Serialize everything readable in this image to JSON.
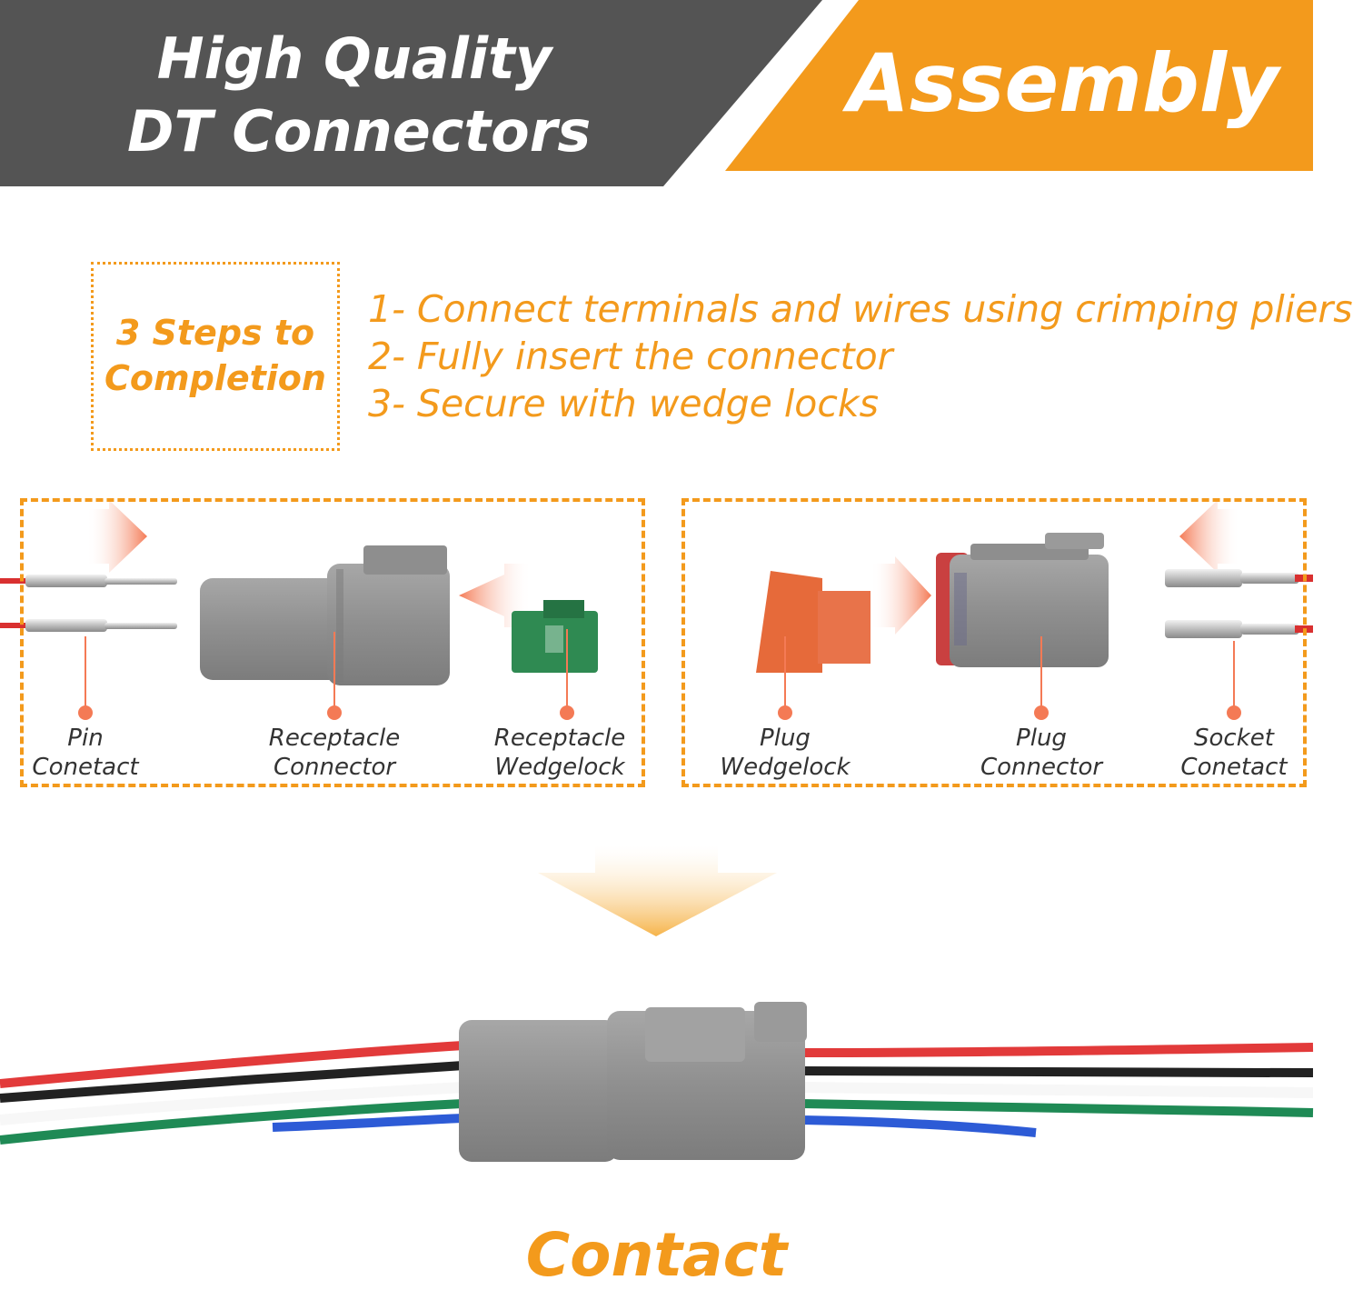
{
  "header": {
    "title_line1": "High Quality",
    "title_line2": "DT Connectors",
    "badge": "Assembly",
    "colors": {
      "dark": "#545454",
      "accent": "#f39a1c"
    }
  },
  "steps": {
    "box_title": [
      "3 Steps to",
      "Completion"
    ],
    "items": [
      "1- Connect terminals and wires using crimping pliers",
      "2- Fully insert the connector",
      "3- Secure with wedge locks"
    ]
  },
  "parts_left": {
    "labels": [
      [
        "Pin",
        "Conetact"
      ],
      [
        "Receptacle",
        "Connector"
      ],
      [
        "Receptacle",
        "Wedgelock"
      ]
    ]
  },
  "parts_right": {
    "labels": [
      [
        "Plug",
        "Wedgelock"
      ],
      [
        "Plug",
        "Connector"
      ],
      [
        "Socket",
        "Conetact"
      ]
    ]
  },
  "result": {
    "label": "Contact"
  },
  "wire_colors": [
    "#e23a3a",
    "#222222",
    "#ffffff",
    "#1f8a55",
    "#2d5bd6"
  ]
}
